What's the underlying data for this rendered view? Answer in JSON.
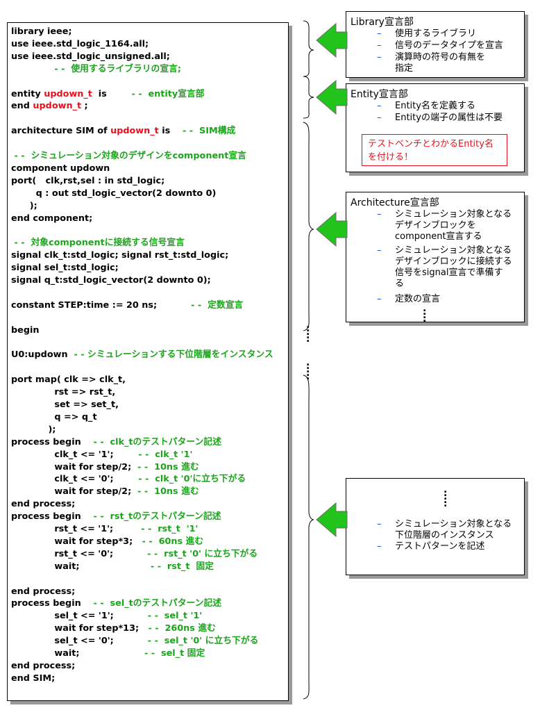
{
  "code": [
    {
      "y": 0,
      "parts": [
        {
          "t": "library ieee;"
        }
      ]
    },
    {
      "y": 1,
      "parts": [
        {
          "t": "use ieee.std_logic_1164.all;"
        }
      ]
    },
    {
      "y": 2,
      "parts": [
        {
          "t": "use ieee.std_logic_unsigned.all;"
        }
      ]
    },
    {
      "y": 3,
      "parts": [
        {
          "t": "              - -  使用するライブラリの宣言;",
          "c": "cmt"
        }
      ]
    },
    {
      "y": 5,
      "parts": [
        {
          "t": "entity "
        },
        {
          "t": "updown_t",
          "c": "kw-red"
        },
        {
          "t": "  is        "
        },
        {
          "t": "- -  entity宣言部",
          "c": "cmt"
        }
      ]
    },
    {
      "y": 6,
      "parts": [
        {
          "t": "end "
        },
        {
          "t": "updown_t",
          "c": "kw-red"
        },
        {
          "t": " ;"
        }
      ]
    },
    {
      "y": 8,
      "parts": [
        {
          "t": "architecture SIM of "
        },
        {
          "t": "updown_t",
          "c": "kw-red"
        },
        {
          "t": " is    "
        },
        {
          "t": "- -  SIM構成",
          "c": "cmt"
        }
      ]
    },
    {
      "y": 10,
      "parts": [
        {
          "t": " - -  シミュレーション対象のデザインをcomponent宣言",
          "c": "cmt"
        }
      ]
    },
    {
      "y": 11,
      "parts": [
        {
          "t": "component updown"
        }
      ]
    },
    {
      "y": 12,
      "parts": [
        {
          "t": "port(   clk,rst,sel : in std_logic;"
        }
      ]
    },
    {
      "y": 13,
      "parts": [
        {
          "t": "        q : out std_logic_vector(2 downto 0)"
        }
      ]
    },
    {
      "y": 14,
      "parts": [
        {
          "t": "      );"
        }
      ]
    },
    {
      "y": 15,
      "parts": [
        {
          "t": "end component;"
        }
      ]
    },
    {
      "y": 17,
      "parts": [
        {
          "t": " - -  対象componentに接続する信号宣言",
          "c": "cmt"
        }
      ]
    },
    {
      "y": 18,
      "parts": [
        {
          "t": "signal clk_t:std_logic; signal rst_t:std_logic;"
        }
      ]
    },
    {
      "y": 19,
      "parts": [
        {
          "t": "signal sel_t:std_logic;"
        }
      ]
    },
    {
      "y": 20,
      "parts": [
        {
          "t": "signal q_t:std_logic_vector(2 downto 0);"
        }
      ]
    },
    {
      "y": 22,
      "parts": [
        {
          "t": "constant STEP:time := 20 ns;           "
        },
        {
          "t": "- -  定数宣言",
          "c": "cmt"
        }
      ]
    },
    {
      "y": 24,
      "parts": [
        {
          "t": "begin"
        }
      ]
    },
    {
      "y": 26,
      "parts": [
        {
          "t": "U0:updown  "
        },
        {
          "t": "- - シミュレーションする下位階層をインスタンス",
          "c": "cmt"
        }
      ]
    },
    {
      "y": 28,
      "parts": [
        {
          "t": "port map( clk => clk_t,"
        }
      ]
    },
    {
      "y": 29,
      "parts": [
        {
          "t": "              rst => rst_t,"
        }
      ]
    },
    {
      "y": 30,
      "parts": [
        {
          "t": "              set => set_t,"
        }
      ]
    },
    {
      "y": 31,
      "parts": [
        {
          "t": "              q => q_t"
        }
      ]
    },
    {
      "y": 32,
      "parts": [
        {
          "t": "            );"
        }
      ]
    },
    {
      "y": 33,
      "parts": [
        {
          "t": "process begin    "
        },
        {
          "t": "- -  clk_tのテストパターン記述",
          "c": "cmt"
        }
      ]
    },
    {
      "y": 34,
      "parts": [
        {
          "t": "              clk_t <= '1';        "
        },
        {
          "t": "- -  clk_t '1'",
          "c": "cmt"
        }
      ]
    },
    {
      "y": 35,
      "parts": [
        {
          "t": "              wait for step/2;  "
        },
        {
          "t": "- -  10ns 進む",
          "c": "cmt"
        }
      ]
    },
    {
      "y": 36,
      "parts": [
        {
          "t": "              clk_t <= '0';        "
        },
        {
          "t": "- -  clk_t '0'に立ち下がる",
          "c": "cmt"
        }
      ]
    },
    {
      "y": 37,
      "parts": [
        {
          "t": "              wait for step/2;  "
        },
        {
          "t": "- -  10ns 進む",
          "c": "cmt"
        }
      ]
    },
    {
      "y": 38,
      "parts": [
        {
          "t": "end process;"
        }
      ]
    },
    {
      "y": 39,
      "parts": [
        {
          "t": "process begin    "
        },
        {
          "t": "- -  rst_tのテストパターン記述",
          "c": "cmt"
        }
      ]
    },
    {
      "y": 40,
      "parts": [
        {
          "t": "              rst_t <= '1';         "
        },
        {
          "t": "- -  rst_t  '1'",
          "c": "cmt"
        }
      ]
    },
    {
      "y": 41,
      "parts": [
        {
          "t": "              wait for step*3;   "
        },
        {
          "t": "- -  60ns 進む",
          "c": "cmt"
        }
      ]
    },
    {
      "y": 42,
      "parts": [
        {
          "t": "              rst_t <= '0';           "
        },
        {
          "t": "- -  rst_t '0' に立ち下がる",
          "c": "cmt"
        }
      ]
    },
    {
      "y": 43,
      "parts": [
        {
          "t": "              wait;                       "
        },
        {
          "t": "- -  rst_t  固定",
          "c": "cmt"
        }
      ]
    },
    {
      "y": 45,
      "parts": [
        {
          "t": "end process;"
        }
      ]
    },
    {
      "y": 46,
      "parts": [
        {
          "t": "process begin    "
        },
        {
          "t": "- -  sel_tのテストパターン記述",
          "c": "cmt"
        }
      ]
    },
    {
      "y": 47,
      "parts": [
        {
          "t": "              sel_t <= '1';           "
        },
        {
          "t": "- -  sel_t '1'",
          "c": "cmt"
        }
      ]
    },
    {
      "y": 48,
      "parts": [
        {
          "t": "              wait for step*13;   "
        },
        {
          "t": "- -  260ns 進む",
          "c": "cmt"
        }
      ]
    },
    {
      "y": 49,
      "parts": [
        {
          "t": "              sel_t <= '0';           "
        },
        {
          "t": "- -  sel_t '0' に立ち下がる",
          "c": "cmt"
        }
      ]
    },
    {
      "y": 50,
      "parts": [
        {
          "t": "              wait;                     "
        },
        {
          "t": "- -  sel_t 固定",
          "c": "cmt"
        }
      ]
    },
    {
      "y": 51,
      "parts": [
        {
          "t": "end process;"
        }
      ]
    },
    {
      "y": 52,
      "parts": [
        {
          "t": "end SIM;"
        }
      ]
    }
  ],
  "library_box": {
    "title": "Library宣言部",
    "items": [
      "使用するライブラリ",
      "信号のデータタイプを宣言",
      "演算時の符号の有無を\n指定"
    ]
  },
  "entity_box": {
    "title": "Entity宣言部",
    "items": [
      "Entity名を定義する",
      "Entityの端子の属性は不要"
    ],
    "warning": "テストベンチとわかるEntity名\nを付ける！"
  },
  "architecture_box": {
    "title": "Architecture宣言部",
    "items": [
      "シミュレーション対象となる\nデザインブロックを\ncomponent宣言する",
      "シミュレーション対象となる\nデザインブロックに接続する\n信号をsignal宣言で準備す\nる",
      "定数の宣言"
    ]
  },
  "instance_box": {
    "items": [
      "シミュレーション対象となる\n下位階層のインスタンス",
      "テストパターンを記述"
    ]
  },
  "colors": {
    "keyword": "#e8101e",
    "comment": "#1aa51a",
    "arrow": "#22c41b",
    "dash": "#2b3fc7"
  }
}
